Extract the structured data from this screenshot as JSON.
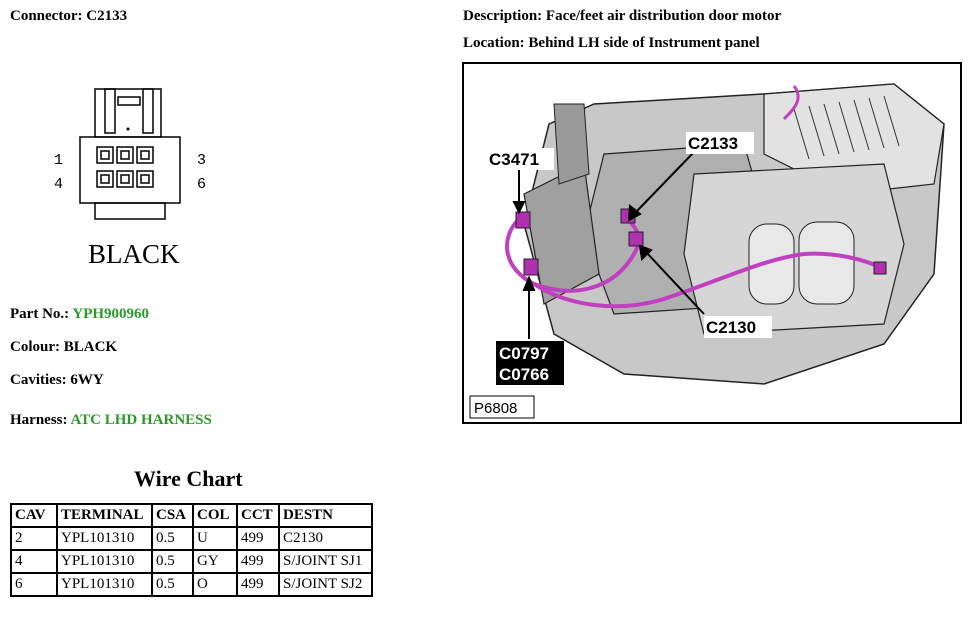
{
  "connector": {
    "label": "Connector:",
    "value": "C2133"
  },
  "description": {
    "label": "Description:",
    "value": "Face/feet air distribution door motor"
  },
  "location": {
    "label": "Location:",
    "value": "Behind LH side of Instrument panel"
  },
  "diagram": {
    "color_text": "BLACK",
    "pin_top_left": "1",
    "pin_bottom_left": "4",
    "pin_top_right": "3",
    "pin_bottom_right": "6"
  },
  "part_no": {
    "label": "Part No.:",
    "value": "YPH900960"
  },
  "colour": {
    "label": "Colour:",
    "value": "BLACK"
  },
  "cavities": {
    "label": "Cavities:",
    "value": "6WY"
  },
  "harness": {
    "label": "Harness:",
    "value": "ATC LHD HARNESS"
  },
  "photo": {
    "callouts": {
      "c3471": "C3471",
      "c2133": "C2133",
      "c2130": "C2130",
      "c0797": "C0797",
      "c0766": "C0766"
    },
    "figure_id": "P6808"
  },
  "wire_chart": {
    "title": "Wire Chart",
    "headers": [
      "CAV",
      "TERMINAL",
      "CSA",
      "COL",
      "CCT",
      "DESTN"
    ],
    "rows": [
      [
        "2",
        "YPL101310",
        "0.5",
        "U",
        "499",
        "C2130"
      ],
      [
        "4",
        "YPL101310",
        "0.5",
        "GY",
        "499",
        "S/JOINT SJ1"
      ],
      [
        "6",
        "YPL101310",
        "0.5",
        "O",
        "499",
        "S/JOINT SJ2"
      ]
    ]
  },
  "colors": {
    "link_green": "#2a9a2a",
    "wire_magenta": "#c040c0"
  }
}
